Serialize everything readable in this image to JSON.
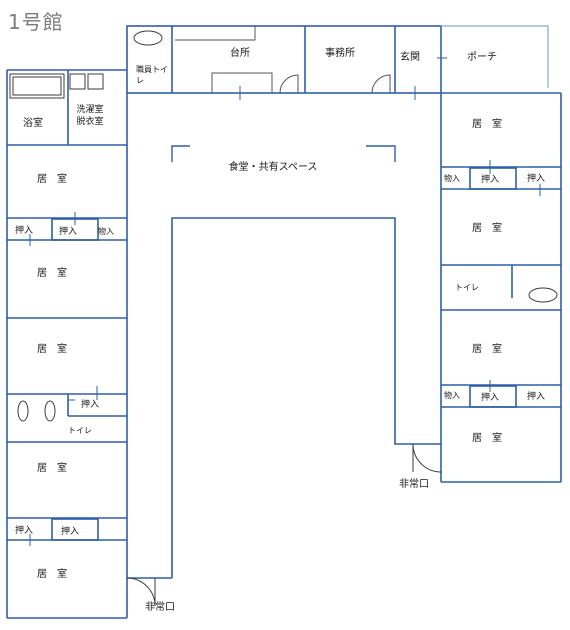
{
  "title": "1号館",
  "rooms": {
    "toilet_tool": "職員トイレ",
    "kitchen": "台所",
    "office": "事務所",
    "entrance": "玄関",
    "porch": "ポーチ",
    "bath": "浴室",
    "laundry": "洗濯室\n脱衣室",
    "dining": "食堂・共有スペース",
    "room": "居　室",
    "oshiire": "押入",
    "monoire": "物入",
    "toilet": "トイレ",
    "emergency_exit": "非常口"
  },
  "colors": {
    "wall": "#2e5fa8",
    "fixture": "#3b3b3b"
  }
}
